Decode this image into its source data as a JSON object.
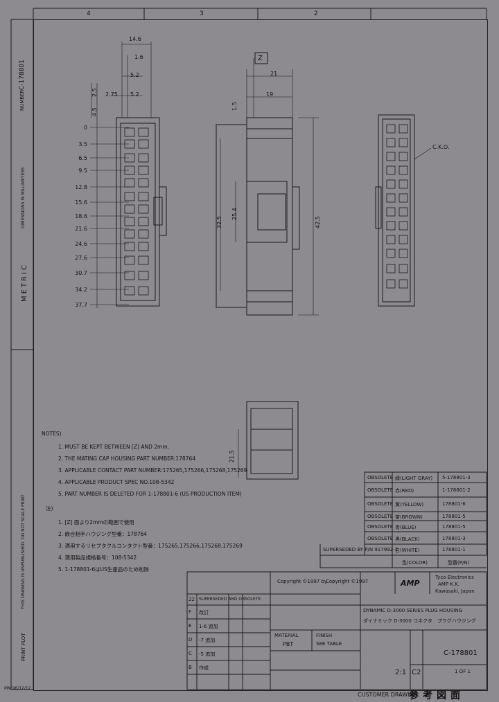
{
  "zones": {
    "top": [
      "4",
      "3",
      "2"
    ]
  },
  "side_labels": {
    "part_no": "C-178801",
    "number_label": "NUMBER",
    "metric": "METRIC",
    "mm_label": "DIMENSIONS IN MILLIMETERS",
    "print_label": "PRINT PLOT",
    "scale_warning": "THIS DRAWING IS UNPUBLISHED. DO NOT SCALE PRINT",
    "corner_note": "MN\n96/12/12"
  },
  "front_view": {
    "top_dims": [
      "14.6",
      "1.6",
      "5.2",
      "5.2",
      "2.75"
    ],
    "left_dims": [
      "0",
      "3.5",
      "6.5",
      "9.5",
      "12.8",
      "15.6",
      "18.6",
      "21.6",
      "24.6",
      "27.6",
      "30.7",
      "34.2",
      "37.7"
    ],
    "side_dims": [
      "2.5",
      "4.5"
    ]
  },
  "side_view": {
    "z_label": "Z",
    "dims": [
      "21",
      "19",
      "1.5",
      "25.4",
      "32.5",
      "42.5"
    ]
  },
  "back_view": {
    "label": "C.K.O."
  },
  "bottom_view": {
    "dim": "21.5"
  },
  "notes_en": {
    "title": "NOTES)",
    "items": [
      "1. MUST BE KEPT BETWEEN [Z] AND 2mm.",
      "2. THE MATING CAP HOUSING PART NUMBER:178764",
      "3. APPLICABLE CONTACT PART NUMBER:175265,175266,175268,175269",
      "4. APPLICABLE PRODUCT SPEC NO.108-5342",
      "5. PART NUMBER IS DELETED FOR 1-178801-6 (US PRODUCTION ITEM)"
    ]
  },
  "notes_jp": {
    "title": "注)",
    "items": [
      "1. [Z] 面より2mmの範囲で使用",
      "2. 嵌合相手ハウジング型番：178764",
      "3. 適用するリセプタクルコンタクト型番：175265,175266,175268,175269",
      "4. 適用製品規格番号：108-5342",
      "5. 1-178801-6はUS生産品のため削除"
    ]
  },
  "color_table": {
    "rows": [
      [
        "OBSOLETE",
        "緑(LIGHT GRAY)",
        "5-178801-3"
      ],
      [
        "OBSOLETE",
        "赤(RED)",
        "1-178801-2"
      ],
      [
        "OBSOLETE",
        "黄(YELLOW)",
        "178801-6"
      ],
      [
        "OBSOLETE",
        "茶(BROWN)",
        "178801-5"
      ],
      [
        "OBSOLETE",
        "青(BLUE)",
        "178801-5"
      ],
      [
        "OBSOLETE",
        "黒(BLACK)",
        "178801-3"
      ],
      [
        "OBSOLETE",
        "白(WHITE)",
        "178801-1"
      ]
    ],
    "superseded": "SUPERSEDED BY P/N 917992-1",
    "header": [
      "色(COLOR)",
      "型番(P/N)"
    ]
  },
  "title_block": {
    "copyright1": "Copyright ©1997 by",
    "copyright2": "Copyright ©1997",
    "company": "Tyco Electronics",
    "company2": "AMP K.K.",
    "location": "Kawasaki, Japan",
    "logo": "AMP",
    "title_en": "DYNAMIC D-3000 SERIES PLUG HOUSING",
    "title_jp": "ダイナミック D-3000 コネクタ　プラグハウジング",
    "part_number": "C-178801",
    "size": "C2",
    "scale": "2:1",
    "sheet": "1 OF 1",
    "material_label": "MATERIAL",
    "material": "PBT",
    "finish_label": "FINISH",
    "finish": "SEE TABLE",
    "rev_rows": [
      [
        "22",
        "SUPERSEDED AND OBSOLETE"
      ],
      [
        "F",
        "改訂"
      ],
      [
        "E",
        "1-6 追加"
      ],
      [
        "D",
        "-7 追加"
      ],
      [
        "C",
        "-5 追加"
      ],
      [
        "B",
        "作成"
      ]
    ],
    "stamp_label": "CUSTOMER DRAWING",
    "stamp_jp": "参考図面"
  }
}
